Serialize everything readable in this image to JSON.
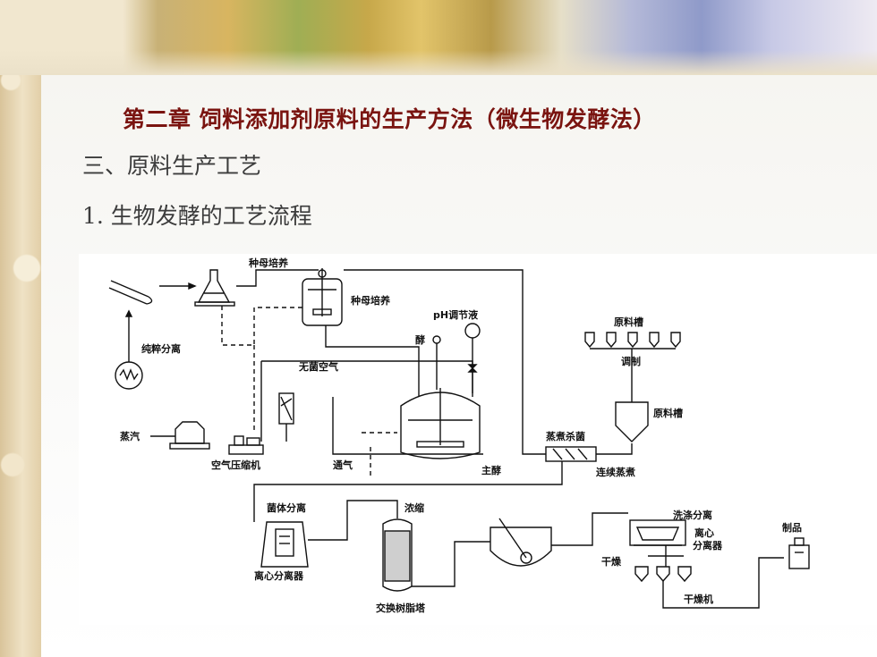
{
  "title": "第二章   饲料添加剂原料的生产方法（微生物发酵法）",
  "section": "三、原料生产工艺",
  "subsection": "1.  生物发酵的工艺流程",
  "diagram": {
    "labels": {
      "seed_culture_top": "种母培养",
      "seed_culture_tank": "种母培养",
      "pure_isolation": "纯粹分离",
      "ph_adjust": "pH调节液",
      "enzyme": "酵",
      "raw_tank_top": "原料槽",
      "mixing": "调制",
      "raw_tank": "原料槽",
      "sterile_air": "无菌空气",
      "steam": "蒸汽",
      "air_compressor": "空气压缩机",
      "aeration": "通气",
      "main_fermentation": "主酵",
      "cook_sterilize": "蒸煮杀菌",
      "continuous_cook": "连续蒸煮",
      "cell_separation": "菌体分离",
      "centrifuge_separator": "离心分离器",
      "concentrate": "浓缩",
      "ion_exchange_tower": "交换树脂塔",
      "wash_separation": "洗涤分离",
      "centrifuge": "离心",
      "separator": "分离器",
      "drying": "干燥",
      "dryer": "干燥机",
      "product": "制品"
    }
  }
}
